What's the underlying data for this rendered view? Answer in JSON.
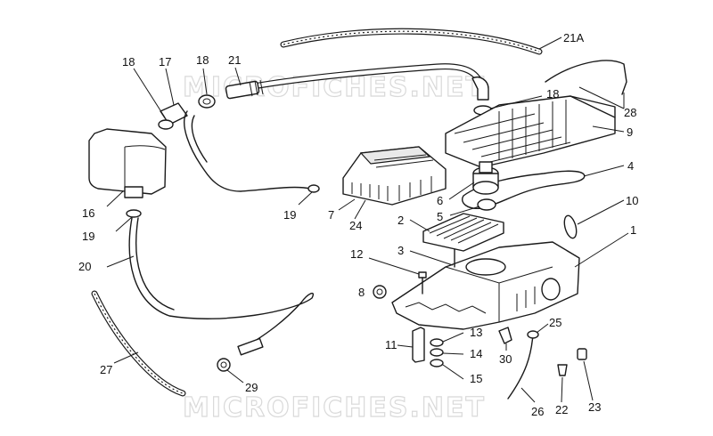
{
  "watermark": {
    "text": "MICROFICHES.NET"
  },
  "callouts": {
    "c21A": "21A",
    "c28": "28",
    "c9": "9",
    "c4": "4",
    "c10": "10",
    "c1": "1",
    "c18a": "18",
    "c17": "17",
    "c18b": "18",
    "c21": "21",
    "c18c": "18",
    "c16": "16",
    "c19a": "19",
    "c19b": "19",
    "c20": "20",
    "c27": "27",
    "c29": "29",
    "c7": "7",
    "c24": "24",
    "c6": "6",
    "c5": "5",
    "c2": "2",
    "c3": "3",
    "c12": "12",
    "c8": "8",
    "c11": "11",
    "c13": "13",
    "c14": "14",
    "c15": "15",
    "c30": "30",
    "c25": "25",
    "c26": "26",
    "c22": "22",
    "c23": "23"
  }
}
